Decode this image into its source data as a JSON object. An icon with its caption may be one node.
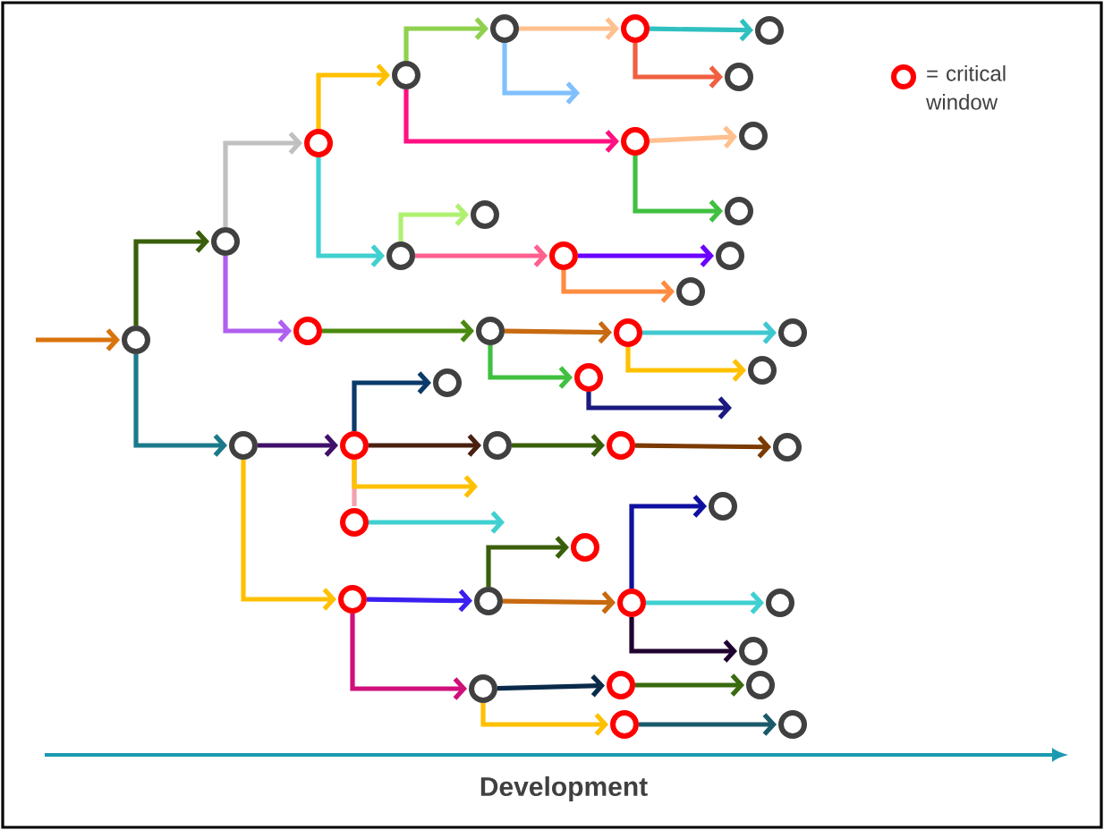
{
  "diagram": {
    "nodes": [
      {
        "text": [],
        "shape": "circle"
      },
      {
        "text": [],
        "shape": "circle"
      },
      {
        "text": [],
        "shape": "circle"
      },
      {
        "text": [],
        "shape": "circle"
      },
      {
        "text": [],
        "shape": "circle"
      },
      {
        "text": [],
        "shape": "circle"
      },
      {
        "text": [],
        "shape": "circle"
      },
      {
        "text": [],
        "shape": "circle"
      },
      {
        "text": [],
        "shape": "circle"
      },
      {
        "text": [],
        "shape": "circle"
      },
      {
        "text": [],
        "shape": "circle"
      },
      {
        "text": [],
        "shape": "circle"
      },
      {
        "text": [],
        "shape": "circle"
      },
      {
        "text": [],
        "shape": "circle"
      },
      {
        "text": [],
        "shape": "circle"
      },
      {
        "text": [],
        "shape": "circle"
      },
      {
        "text": [],
        "shape": "circle"
      },
      {
        "text": [],
        "shape": "circle"
      },
      {
        "text": [],
        "shape": "circle"
      },
      {
        "text": [],
        "shape": "circle"
      },
      {
        "text": [],
        "shape": "circle"
      },
      {
        "text": [],
        "shape": "circle"
      },
      {
        "text": [],
        "shape": "circle"
      },
      {
        "text": [],
        "shape": "circle"
      },
      {
        "text": [],
        "shape": "circle"
      },
      {
        "text": [],
        "shape": "circle"
      },
      {
        "text": [],
        "shape": "circle"
      },
      {
        "text": [],
        "shape": "circle"
      },
      {
        "text": [],
        "shape": "circle"
      },
      {
        "text": [],
        "shape": "circle"
      },
      {
        "text": [],
        "shape": "circle"
      },
      {
        "text": [],
        "shape": "circle"
      },
      {
        "text": [],
        "shape": "circle"
      },
      {
        "text": [],
        "shape": "circle"
      },
      {
        "text": [],
        "shape": "circle"
      },
      {
        "text": [],
        "shape": "circle"
      },
      {
        "text": [],
        "shape": "circle"
      },
      {
        "text": [],
        "shape": "circle"
      },
      {
        "text": [],
        "shape": "circle"
      },
      {
        "text": [],
        "shape": "circle"
      },
      {
        "text": [],
        "shape": "circle"
      }
    ],
    "edges": [
      {
        "from": null,
        "to": 0,
        "arrow": "to",
        "color": "#d9730d"
      },
      {
        "from": 0,
        "to": 1,
        "arrow": "to",
        "color": "#3a5f0b"
      },
      {
        "from": 0,
        "to": 23,
        "arrow": "to",
        "color": "#1a7a8a"
      },
      {
        "from": 1,
        "to": 2,
        "arrow": "to",
        "color": "#c0c0c0"
      },
      {
        "from": 1,
        "to": 16,
        "arrow": "to",
        "color": "#b060f0"
      },
      {
        "from": 2,
        "to": 3,
        "arrow": "to",
        "color": "#ffc000"
      },
      {
        "from": 2,
        "to": 12,
        "arrow": "to",
        "color": "#40d0d0"
      },
      {
        "from": 3,
        "to": 4,
        "arrow": "to",
        "color": "#8fd14f"
      },
      {
        "from": 3,
        "to": 8,
        "arrow": "to",
        "color": "#ff1080"
      },
      {
        "from": 4,
        "to": null,
        "arrow": "to",
        "color": "#80c0ff"
      },
      {
        "from": 4,
        "to": 5,
        "arrow": "to",
        "color": "#ffc090"
      },
      {
        "from": 5,
        "to": 6,
        "arrow": "to",
        "color": "#30c0c0"
      },
      {
        "from": 5,
        "to": 7,
        "arrow": "to",
        "color": "#f06040"
      },
      {
        "from": 8,
        "to": 9,
        "arrow": "to",
        "color": "#ffc090"
      },
      {
        "from": 8,
        "to": 10,
        "arrow": "to",
        "color": "#40c040"
      },
      {
        "from": 12,
        "to": 11,
        "arrow": "to",
        "color": "#b0f070"
      },
      {
        "from": 12,
        "to": 13,
        "arrow": "to",
        "color": "#ff6090"
      },
      {
        "from": 13,
        "to": 14,
        "arrow": "to",
        "color": "#6a00ff"
      },
      {
        "from": 13,
        "to": 15,
        "arrow": "to",
        "color": "#ff8c40"
      },
      {
        "from": 16,
        "to": 17,
        "arrow": "to",
        "color": "#4a8a10"
      },
      {
        "from": 17,
        "to": 18,
        "arrow": "to",
        "color": "#c86a10"
      },
      {
        "from": 17,
        "to": 21,
        "arrow": "to",
        "color": "#40c040"
      },
      {
        "from": 18,
        "to": 19,
        "arrow": "to",
        "color": "#40c8d0"
      },
      {
        "from": 18,
        "to": 20,
        "arrow": "to",
        "color": "#ffc000"
      },
      {
        "from": 21,
        "to": null,
        "arrow": "to",
        "color": "#1a1a80"
      },
      {
        "from": 24,
        "to": 22,
        "arrow": "to",
        "color": "#0a3a6a"
      },
      {
        "from": 23,
        "to": 24,
        "arrow": "to",
        "color": "#40106a"
      },
      {
        "from": 23,
        "to": 31,
        "arrow": "to",
        "color": "#ffc000"
      },
      {
        "from": 24,
        "to": 25,
        "arrow": "to",
        "color": "#4a2010"
      },
      {
        "from": 24,
        "to": 28,
        "arrow": "none",
        "color": "#f4a0b0"
      },
      {
        "from": 24,
        "to": null,
        "arrow": "to",
        "color": "#ffc000"
      },
      {
        "from": 25,
        "to": 26,
        "arrow": "to",
        "color": "#3a5f0b"
      },
      {
        "from": 26,
        "to": 27,
        "arrow": "to",
        "color": "#7a3a00"
      },
      {
        "from": 28,
        "to": null,
        "arrow": "to",
        "color": "#40d0d0"
      },
      {
        "from": 32,
        "to": 30,
        "arrow": "to",
        "color": "#3a5f0b"
      },
      {
        "from": 31,
        "to": 32,
        "arrow": "to",
        "color": "#3a20f0"
      },
      {
        "from": 31,
        "to": 36,
        "arrow": "to",
        "color": "#d0107a"
      },
      {
        "from": 32,
        "to": 33,
        "arrow": "to",
        "color": "#c86a10"
      },
      {
        "from": 33,
        "to": 29,
        "arrow": "to",
        "color": "#1010a0"
      },
      {
        "from": 33,
        "to": 34,
        "arrow": "to",
        "color": "#40d0d0"
      },
      {
        "from": 33,
        "to": 35,
        "arrow": "to",
        "color": "#200030"
      },
      {
        "from": 36,
        "to": 37,
        "arrow": "to",
        "color": "#0a2a4a"
      },
      {
        "from": 36,
        "to": 39,
        "arrow": "to",
        "color": "#ffc000"
      },
      {
        "from": 37,
        "to": 38,
        "arrow": "to",
        "color": "#3a6a10"
      },
      {
        "from": 39,
        "to": 40,
        "arrow": "to",
        "color": "#1a5a6a"
      }
    ],
    "labels": [
      "Development"
    ],
    "legend": [
      {
        "text": "= critical window"
      }
    ]
  }
}
